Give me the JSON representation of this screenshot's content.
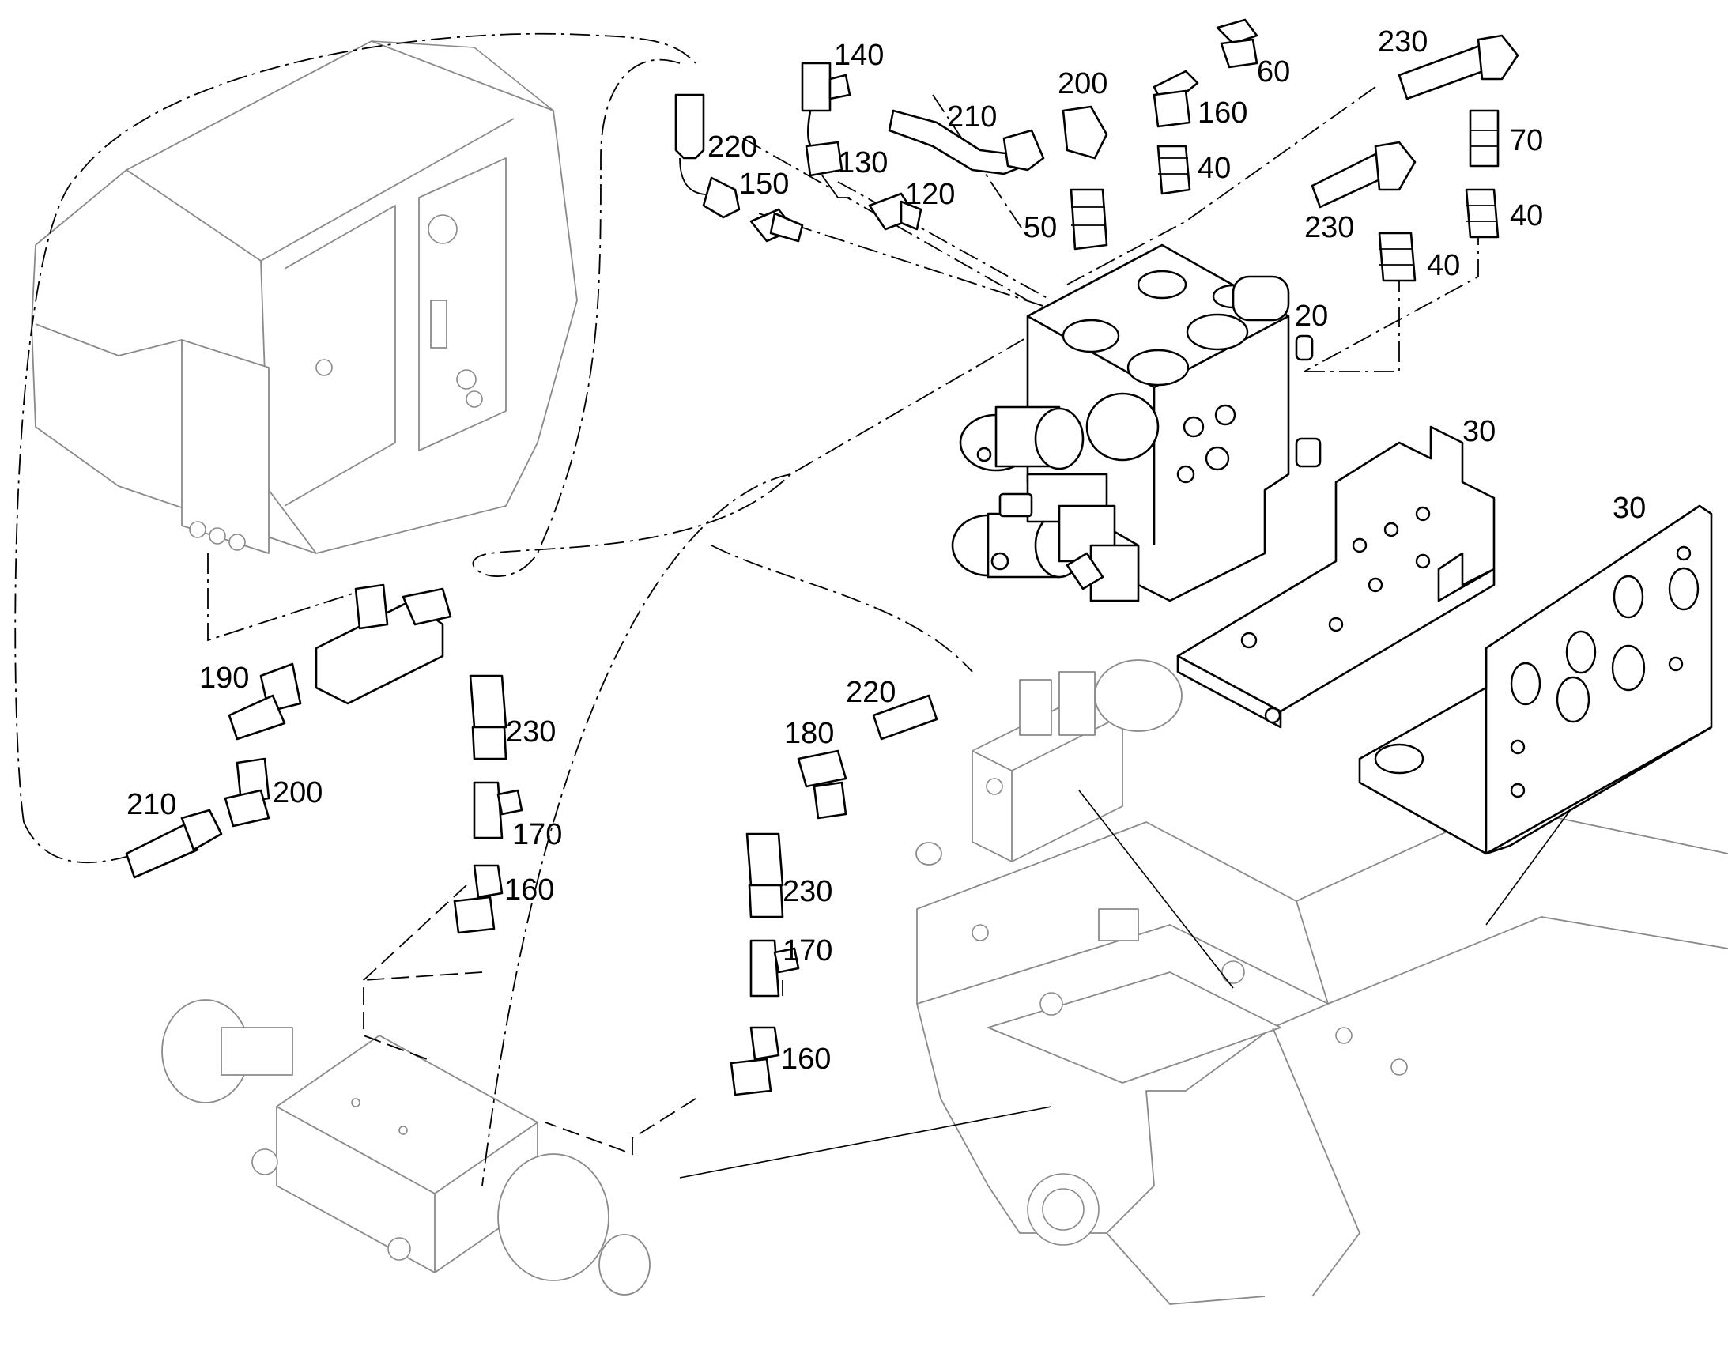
{
  "callouts": [
    {
      "id": "c140a",
      "text": "140"
    },
    {
      "id": "c60",
      "text": "60"
    },
    {
      "id": "c230a",
      "text": "230"
    },
    {
      "id": "c200a",
      "text": "200"
    },
    {
      "id": "c210a",
      "text": "210"
    },
    {
      "id": "c160a",
      "text": "160"
    },
    {
      "id": "c70",
      "text": "70"
    },
    {
      "id": "c220a",
      "text": "220"
    },
    {
      "id": "c130",
      "text": "130"
    },
    {
      "id": "c40a",
      "text": "40"
    },
    {
      "id": "c150",
      "text": "150"
    },
    {
      "id": "c120",
      "text": "120"
    },
    {
      "id": "c230b",
      "text": "230"
    },
    {
      "id": "c40b",
      "text": "40"
    },
    {
      "id": "c50",
      "text": "50"
    },
    {
      "id": "c40c",
      "text": "40"
    },
    {
      "id": "c20",
      "text": "20"
    },
    {
      "id": "c30a",
      "text": "30"
    },
    {
      "id": "c30b",
      "text": "30"
    },
    {
      "id": "c190",
      "text": "190"
    },
    {
      "id": "c230c",
      "text": "230"
    },
    {
      "id": "c220b",
      "text": "220"
    },
    {
      "id": "c180",
      "text": "180"
    },
    {
      "id": "c210b",
      "text": "210"
    },
    {
      "id": "c200b",
      "text": "200"
    },
    {
      "id": "c170a",
      "text": "170"
    },
    {
      "id": "c160b",
      "text": "160"
    },
    {
      "id": "c230d",
      "text": "230"
    },
    {
      "id": "c170b",
      "text": "170"
    },
    {
      "id": "c160c",
      "text": "160"
    }
  ]
}
